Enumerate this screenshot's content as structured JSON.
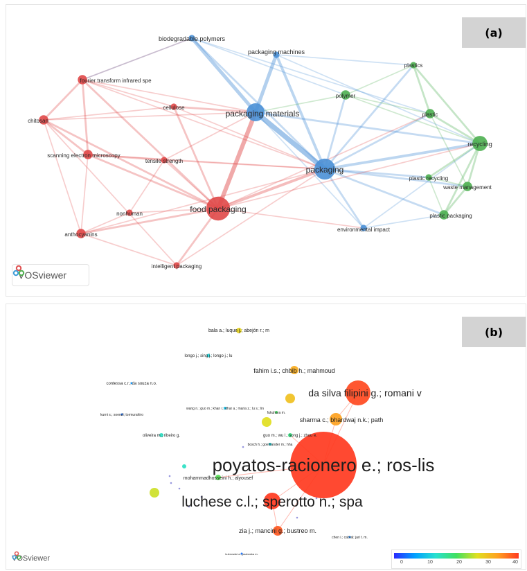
{
  "panel_a": {
    "tag": "(a)",
    "logo_text": "VOSviewer",
    "colors": {
      "red": "#e04848",
      "blue": "#4a90d6",
      "green": "#4caf50"
    },
    "nodes": [
      {
        "id": "biodegradable",
        "label": "biodegradable polymers",
        "cluster": "blue",
        "weight": 1
      },
      {
        "id": "machines",
        "label": "packaging machines",
        "cluster": "blue",
        "weight": 1
      },
      {
        "id": "materials",
        "label": "packaging materials",
        "cluster": "blue",
        "weight": 5
      },
      {
        "id": "packaging",
        "label": "packaging",
        "cluster": "blue",
        "weight": 6
      },
      {
        "id": "env",
        "label": "environmental impact",
        "cluster": "blue",
        "weight": 1
      },
      {
        "id": "ftir",
        "label": "fourier transform infrared spe",
        "cluster": "red",
        "weight": 2
      },
      {
        "id": "chitosan",
        "label": "chitosan",
        "cluster": "red",
        "weight": 2
      },
      {
        "id": "cellulose",
        "label": "cellulose",
        "cluster": "red",
        "weight": 1
      },
      {
        "id": "sem",
        "label": "scanning electron microscopy",
        "cluster": "red",
        "weight": 2
      },
      {
        "id": "tensile",
        "label": "tensile strength",
        "cluster": "red",
        "weight": 1
      },
      {
        "id": "nonhuman",
        "label": "nonhuman",
        "cluster": "red",
        "weight": 1
      },
      {
        "id": "food",
        "label": "food packaging",
        "cluster": "red",
        "weight": 7
      },
      {
        "id": "antho",
        "label": "anthocyanins",
        "cluster": "red",
        "weight": 2
      },
      {
        "id": "intelligent",
        "label": "intelligent packaging",
        "cluster": "red",
        "weight": 1
      },
      {
        "id": "plastics",
        "label": "plastics",
        "cluster": "green",
        "weight": 1
      },
      {
        "id": "polymer",
        "label": "polymer",
        "cluster": "green",
        "weight": 2
      },
      {
        "id": "plastic",
        "label": "plastic",
        "cluster": "green",
        "weight": 2
      },
      {
        "id": "recycling",
        "label": "recycling",
        "cluster": "green",
        "weight": 4
      },
      {
        "id": "plrecycling",
        "label": "plastic recycling",
        "cluster": "green",
        "weight": 1
      },
      {
        "id": "waste",
        "label": "waste management",
        "cluster": "green",
        "weight": 2
      },
      {
        "id": "plpackaging",
        "label": "plastic packaging",
        "cluster": "green",
        "weight": 2
      }
    ]
  },
  "panel_b": {
    "tag": "(b)",
    "logo_text": "VOSviewer",
    "legend_ticks": [
      "0",
      "10",
      "20",
      "30",
      "40"
    ],
    "legend_range": [
      0,
      40
    ],
    "nodes": [
      {
        "id": "bala",
        "label": "bala a.; luque j.; abejón r.; m",
        "value": 28,
        "weight": 1
      },
      {
        "id": "longo",
        "label": "longo j.; sing j.; longo j.; lu",
        "value": 12,
        "weight": 1
      },
      {
        "id": "fahim",
        "label": "fahim i.s.; chbib h.; mahmoud",
        "value": 32,
        "weight": 1
      },
      {
        "id": "contessa",
        "label": "contessa c.r.; da souza n.o.",
        "value": 6,
        "weight": 0
      },
      {
        "id": "dasilva",
        "label": "da silva filipini g.; romani v",
        "value": 39,
        "weight": 5
      },
      {
        "id": "yellow1",
        "label": "",
        "value": 30,
        "weight": 2
      },
      {
        "id": "azhar",
        "label": "kurni s.; soeruli; tormurahiro",
        "value": 4,
        "weight": 0
      },
      {
        "id": "zeng",
        "label": "wang n.; guo m.; khan r.; dhar a.; maria z.; lu s.; lin",
        "value": 10,
        "weight": 0
      },
      {
        "id": "fukuhara",
        "label": "fukuhara m.",
        "value": 20,
        "weight": 0
      },
      {
        "id": "sharma",
        "label": "sharma c.; bhardwaj n.k.; path",
        "value": 33,
        "weight": 2
      },
      {
        "id": "yellow2",
        "label": "",
        "value": 27,
        "weight": 2
      },
      {
        "id": "oliveira",
        "label": "oliveira m.; ribeiro g.",
        "value": 14,
        "weight": 1
      },
      {
        "id": "guo",
        "label": "guo m.; wu l.; song j.; zhou e.",
        "value": 18,
        "weight": 0
      },
      {
        "id": "bosch",
        "label": "bosch h.; goehlander m.; hha",
        "value": 12,
        "weight": 0
      },
      {
        "id": "poyatos",
        "label": "poyatos-racionero e.; ros-lis",
        "value": 40,
        "weight": 10
      },
      {
        "id": "cyan1",
        "label": "",
        "value": 14,
        "weight": 1
      },
      {
        "id": "mohammad",
        "label": "mohammadhosseini h.; alyousef",
        "value": 21,
        "weight": 1
      },
      {
        "id": "lime",
        "label": "",
        "value": 26,
        "weight": 2
      },
      {
        "id": "luchese",
        "label": "luchese c.l.; sperotto n.; spa",
        "value": 40,
        "weight": 6
      },
      {
        "id": "zia",
        "label": "zia j.; mancini g.; bustreo m.",
        "value": 38,
        "weight": 3
      },
      {
        "id": "chen",
        "label": "chen i.; cabral; jari t. m.",
        "value": 5,
        "weight": 0
      },
      {
        "id": "bottom",
        "label": "kubrowski a.; jasiewska m.",
        "value": 4,
        "weight": 0
      }
    ]
  }
}
